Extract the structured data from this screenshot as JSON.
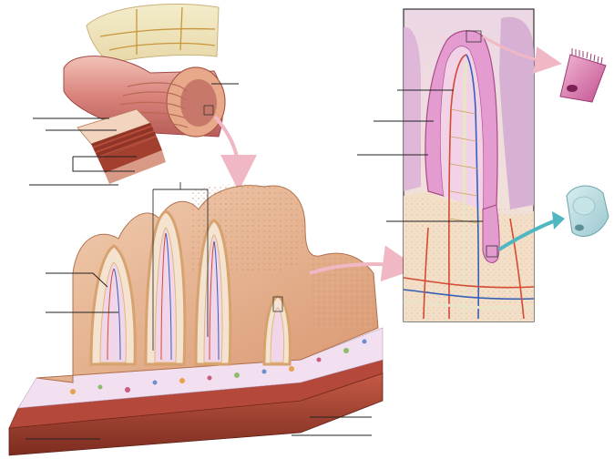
{
  "figure": {
    "labels_present": false,
    "colors": {
      "serosa": "#e8b9a4",
      "mucosa": "#d99b78",
      "muscle": "#9c3b2b",
      "submucosa": "#f2dff0",
      "epithelium": "#e49bd0",
      "artery": "#d44a32",
      "vein": "#3560b8",
      "lacteal": "#e9e3c8",
      "arrow": "#f0b8c4",
      "goblet_arrow": "#4fb7c2"
    },
    "panels": [
      "intestine-segment",
      "plicae-cross-section",
      "villus-detail",
      "absorptive-cell",
      "goblet-cell"
    ],
    "leader_line_count": 17
  }
}
